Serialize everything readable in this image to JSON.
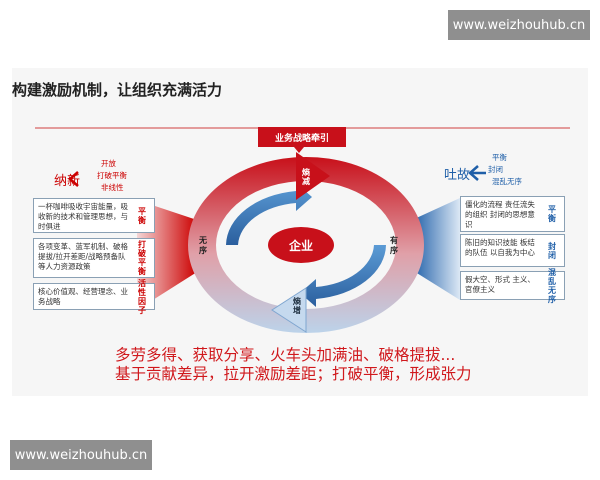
{
  "watermark_top": "www.weizhouhub.cn",
  "watermark_bottom": "www.weizhouhub.cn",
  "title": "构建激励机制，让组织充满活力",
  "banner": "业务战略牵引",
  "center": "企业",
  "ring_labels": {
    "top": "熵减",
    "bottom": "熵增",
    "left": "无序",
    "right": "有序"
  },
  "left": {
    "head": "纳新",
    "items": [
      "开放",
      "打破平衡",
      "非线性"
    ],
    "boxes": [
      {
        "text": "一杯咖啡吸收宇宙能量，吸收新的技术和管理思想，与时俱进",
        "tag": "平衡"
      },
      {
        "text": "各项变革、蓝军机制、破格提拔/拉开差距/战略预备队等人力资源政策",
        "tag": "打破平衡"
      },
      {
        "text": "核心价值观、经营理念、业务战略",
        "tag": "活性因子"
      }
    ]
  },
  "right": {
    "head": "吐故",
    "items": [
      "平衡",
      "封闭",
      "混乱无序"
    ],
    "boxes": [
      {
        "text": "僵化的流程 责任流失的组织 封闭的思想意识",
        "tag": "平衡"
      },
      {
        "text": "陈旧的知识技能 板结的队伍 以自我为中心",
        "tag": "封闭"
      },
      {
        "text": "假大空、形式 主义、官僚主义",
        "tag": "混乱无序"
      }
    ]
  },
  "slogan": [
    "多劳多得、获取分享、火车头加满油、破格提拔...",
    "基于贡献差异，拉开激励差距；打破平衡，形成张力"
  ],
  "colors": {
    "red": "#c8101a",
    "blue": "#2a6db5"
  }
}
